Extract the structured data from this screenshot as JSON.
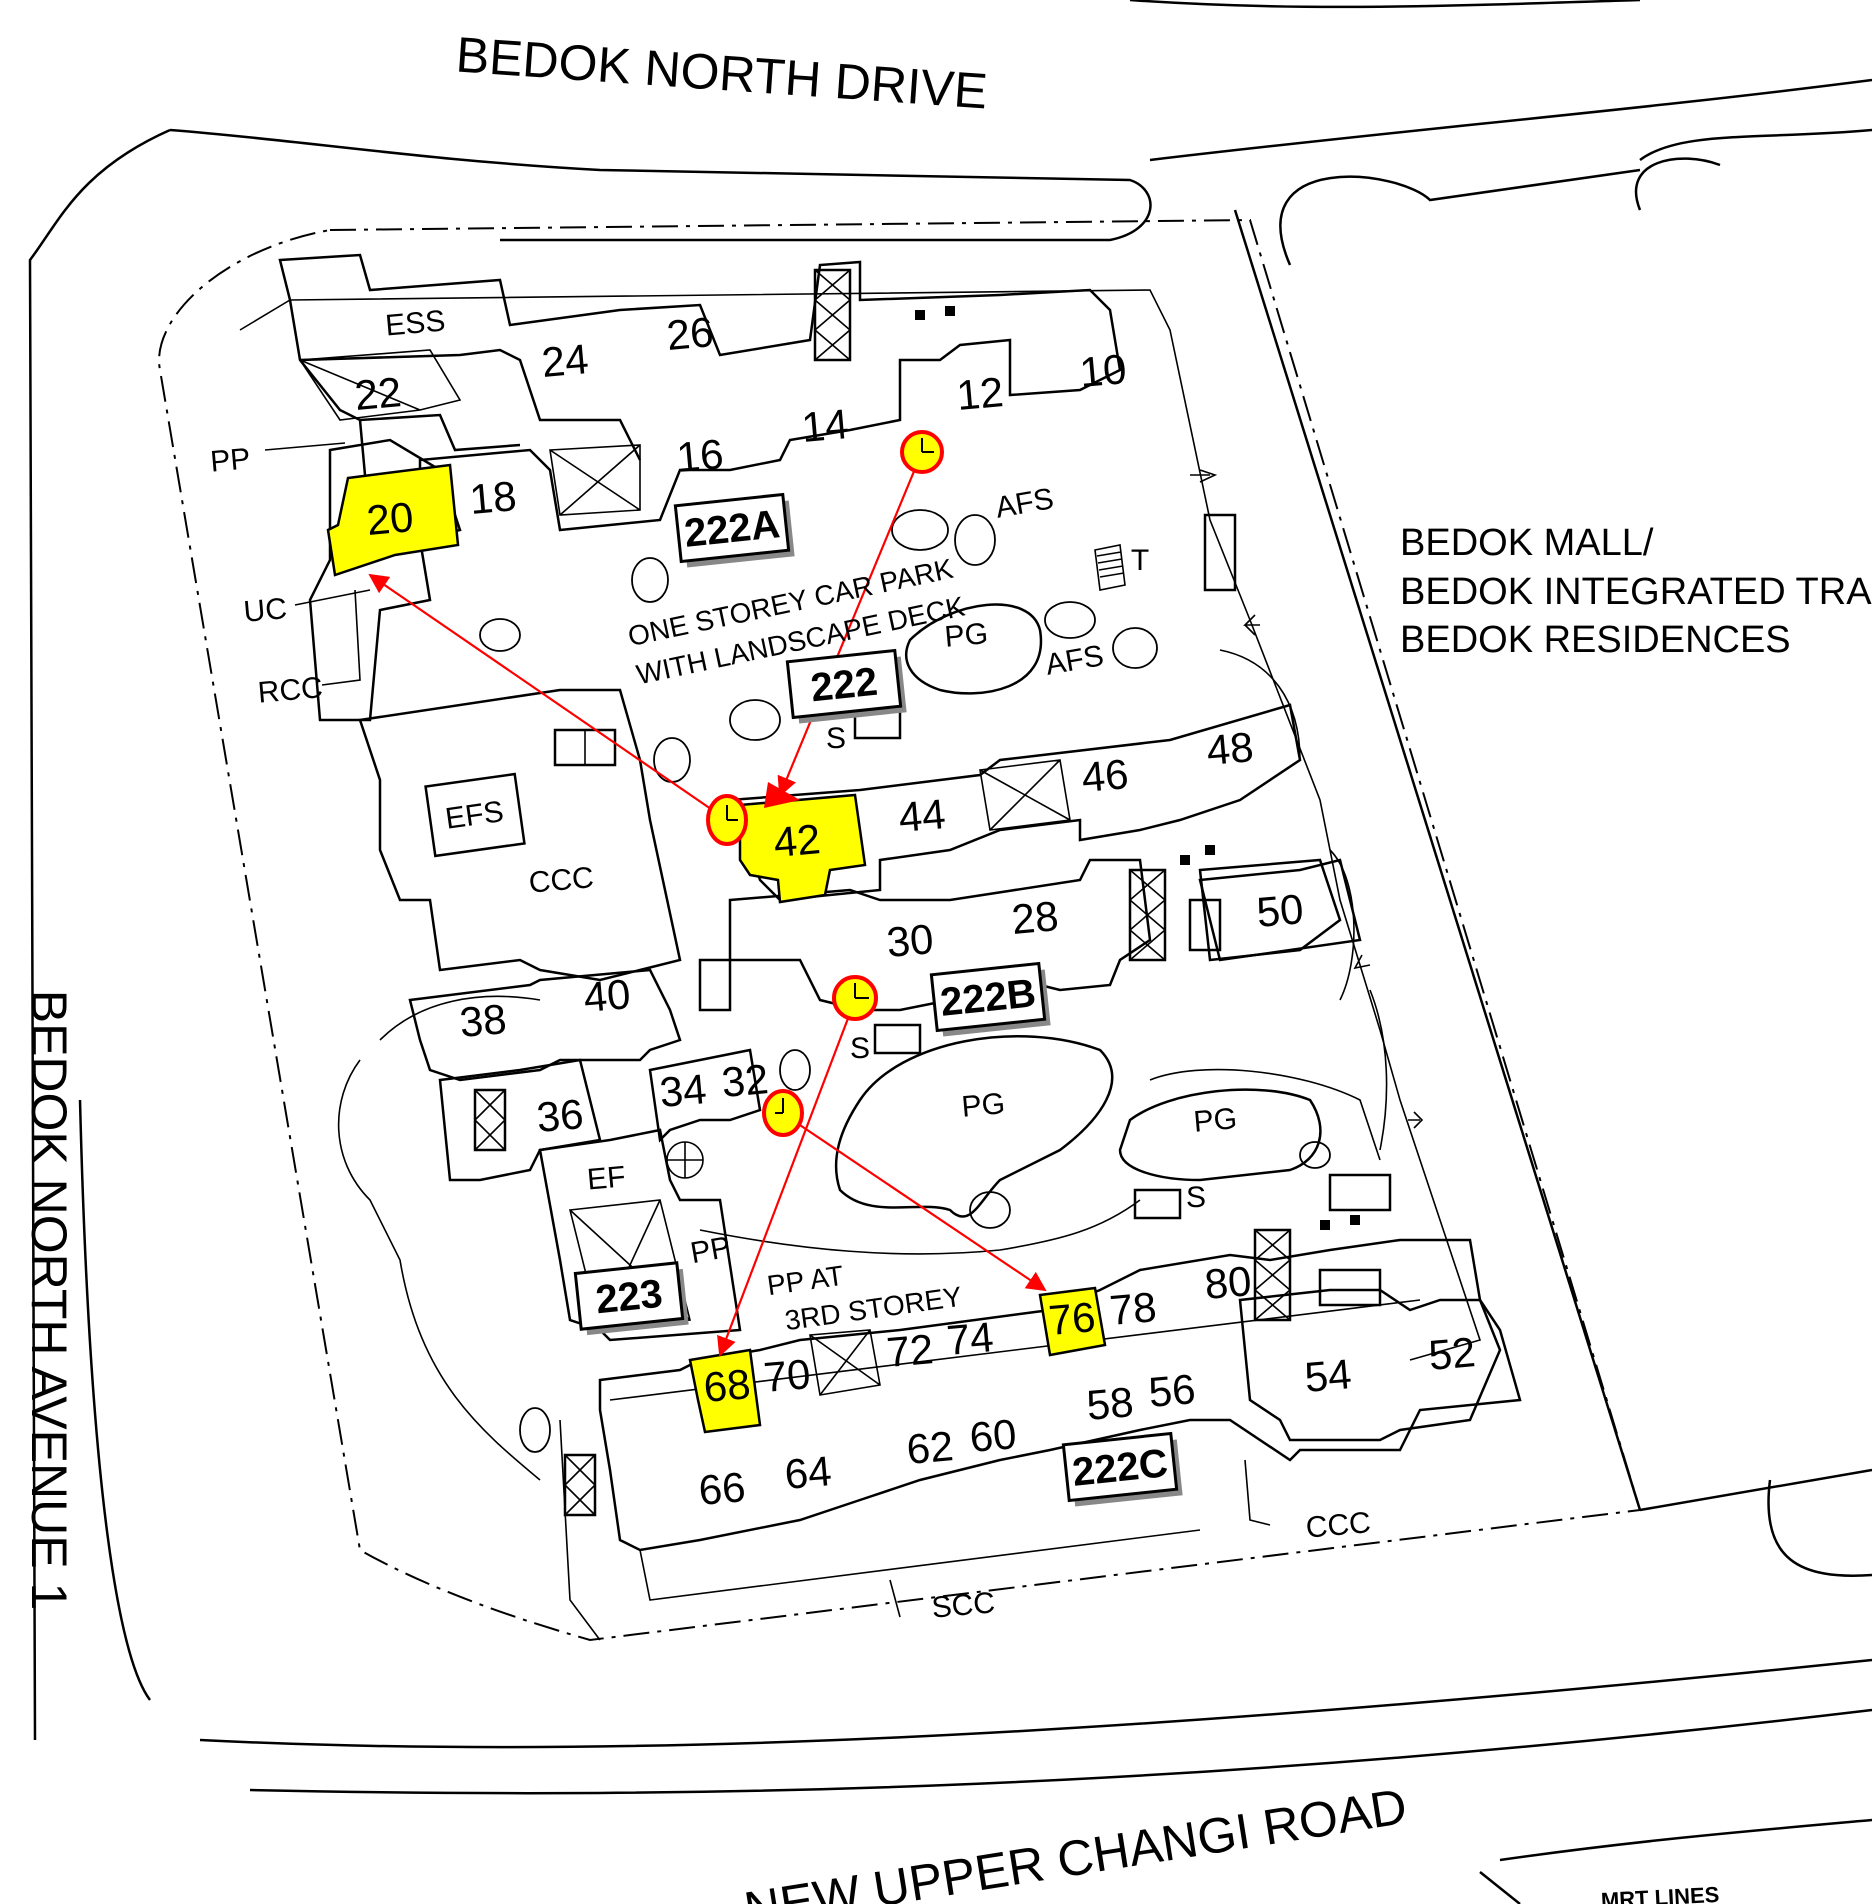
{
  "roads": {
    "north": "BEDOK NORTH DRIVE",
    "south": "NEW UPPER CHANGI ROAD",
    "west": "BEDOK NORTH AVENUE 1",
    "mrt": "MRT LINES"
  },
  "side_labels": [
    "BEDOK MALL/",
    "BEDOK INTEGRATED TRA",
    "BEDOK RESIDENCES"
  ],
  "blocks": [
    "222A",
    "222",
    "222B",
    "222C",
    "223"
  ],
  "units": {
    "u10": "10",
    "u12": "12",
    "u14": "14",
    "u16": "16",
    "u18": "18",
    "u20": "20",
    "u22": "22",
    "u24": "24",
    "u26": "26",
    "u28": "28",
    "u30": "30",
    "u32": "32",
    "u34": "34",
    "u36": "36",
    "u38": "38",
    "u40": "40",
    "u42": "42",
    "u44": "44",
    "u46": "46",
    "u48": "48",
    "u50": "50",
    "u52": "52",
    "u54": "54",
    "u56": "56",
    "u58": "58",
    "u60": "60",
    "u62": "62",
    "u64": "64",
    "u66": "66",
    "u68": "68",
    "u70": "70",
    "u72": "72",
    "u74": "74",
    "u76": "76",
    "u78": "78",
    "u80": "80"
  },
  "highlighted_units": [
    "20",
    "42",
    "68",
    "76"
  ],
  "facility_labels": {
    "ess": "ESS",
    "efs": "EFS",
    "ccc": "CCC",
    "ccc2": "CCC",
    "scc": "SCC",
    "pp": "PP",
    "pp2": "PP",
    "uc": "UC",
    "rcc": "RCC",
    "ef": "EF",
    "afs1": "AFS",
    "afs2": "AFS",
    "pg1": "PG",
    "pg2": "PG",
    "pg3": "PG",
    "s1": "S",
    "s2": "S",
    "s3": "S",
    "t": "T"
  },
  "notes": {
    "carpark_1": "ONE STOREY CAR PARK",
    "carpark_2": "WITH LANDSCAPE DECK",
    "pp3_1": "PP AT",
    "pp3_2": "3RD STOREY"
  },
  "colors": {
    "highlight": "#ffff00",
    "route": "#ff0000"
  }
}
